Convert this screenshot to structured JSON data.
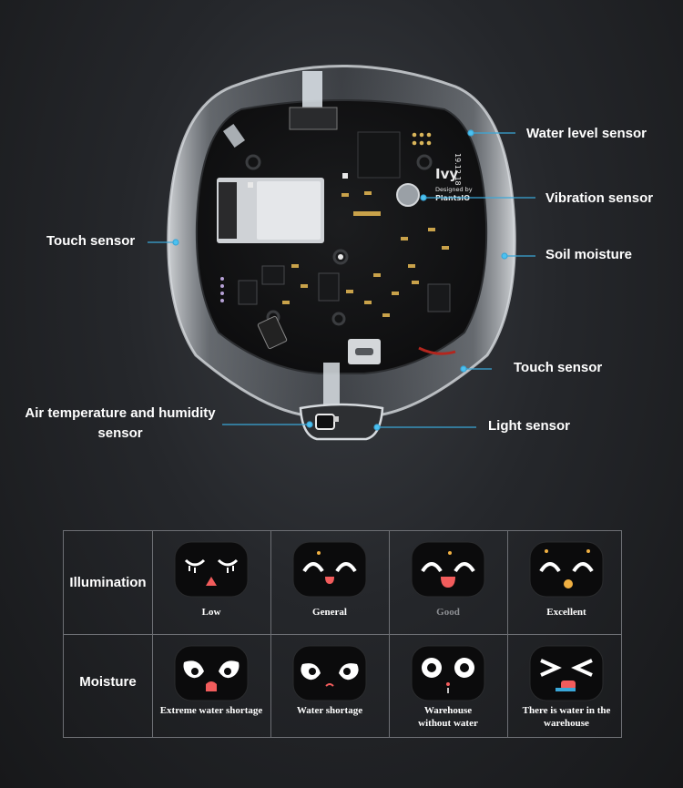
{
  "callouts": {
    "water_level": "Water level sensor",
    "vibration": "Vibration sensor",
    "touch_left": "Touch sensor",
    "soil_moisture": "Soil moisture",
    "touch_right": "Touch sensor",
    "air_temp_line1": "Air temperature and humidity",
    "air_temp_line2": "sensor",
    "light": "Light sensor"
  },
  "board": {
    "brand": "Ivy",
    "designed_by": "Designed by",
    "maker": "PlantsIO",
    "date_code": "19.12.18"
  },
  "table": {
    "rows": [
      {
        "header": "Illumination",
        "cells": [
          {
            "caption": "Low",
            "face": "sleepy"
          },
          {
            "caption": "General",
            "face": "content"
          },
          {
            "caption": "Good",
            "face": "happy"
          },
          {
            "caption": "Excellent",
            "face": "delighted"
          }
        ]
      },
      {
        "header": "Moisture",
        "cells": [
          {
            "caption": "Extreme water shortage",
            "face": "crying"
          },
          {
            "caption": "Water shortage",
            "face": "sad"
          },
          {
            "caption": "Warehouse without water",
            "face": "surprised"
          },
          {
            "caption": "There is water in the warehouse",
            "face": "squint"
          }
        ]
      }
    ]
  },
  "colors": {
    "callout_line": "#3aa7d8",
    "grid_border": "#6d6f74",
    "screen_bg": "#0b0b0c",
    "dim_caption": "#8c8e92",
    "tongue": "#f25c5c"
  }
}
